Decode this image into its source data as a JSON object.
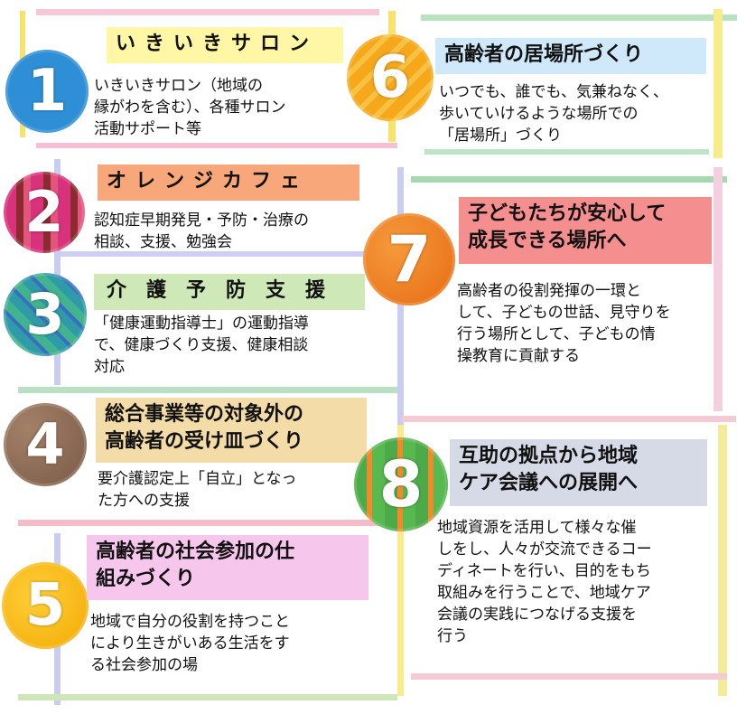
{
  "items": [
    {
      "number": "1",
      "title": "いきいきサロン",
      "description": "いきいきサロン（地域の\n縁がわを含む）、各種サロン\n活動サポート等"
    },
    {
      "number": "2",
      "title": "オレンジカフェ",
      "description": "認知症早期発見・予防・治療の\n相談、支援、勉強会"
    },
    {
      "number": "3",
      "title": "介護予防支援",
      "description": "「健康運動指導士」の運動指導\nで、健康づくり支援、健康相談\n対応"
    },
    {
      "number": "4",
      "title": "総合事業等の対象外の\n高齢者の受け皿づくり",
      "description": "要介護認定上「自立」となっ\nた方への支援"
    },
    {
      "number": "5",
      "title": "高齢者の社会参加の仕\n組みづくり",
      "description": "地域で自分の役割を持つこと\nにより生きがいある生活をす\nる社会参加の場"
    },
    {
      "number": "6",
      "title": "高齢者の居場所づくり",
      "description": "いつでも、誰でも、気兼ねなく、\n歩いていけるような場所での\n「居場所」づくり"
    },
    {
      "number": "7",
      "title": "子どもたちが安心して\n成長できる場所へ",
      "description": "高齢者の役割発揮の一環と\nして、子どもの世話、見守りを\n行う場所として、子どもの情\n操教育に貢献する"
    },
    {
      "number": "8",
      "title": "互助の拠点から地域\nケア会議への展開へ",
      "description": "地域資源を活用して様々な催\nしをし、人々が交流できるコー\nディネートを行い、目的をもち\n取組みを行うことで、地域ケア\n会議の実践につなげる支援を\n行う"
    }
  ],
  "colors": {
    "circle1": "#2e8fd6",
    "circle2": "#d8327a",
    "circle3": "#2f9aa8",
    "circle4": "#8a6a55",
    "circle5": "#f4b400",
    "circle6": "#f6a81a",
    "circle7": "#f07f1f",
    "circle8": "#4caa48",
    "title1": "#fff7a6",
    "title2": "#f7a77a",
    "title3": "#cfe8b8",
    "title4": "#f3dca7",
    "title5": "#f6c6ec",
    "title6": "#cfe9fb",
    "title7": "#f58e8e",
    "title8": "#d6d9e6"
  }
}
